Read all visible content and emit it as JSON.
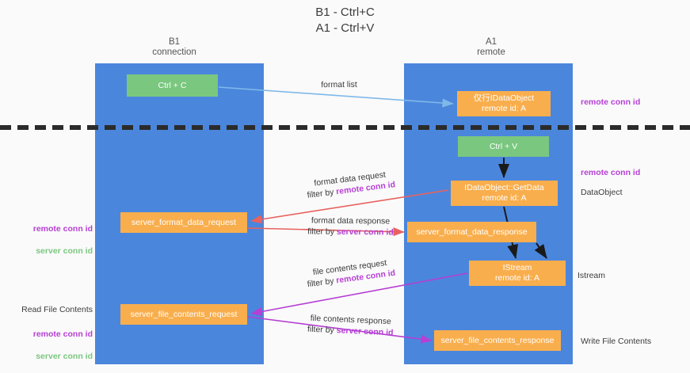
{
  "title": "B1 - Ctrl+C\nA1 - Ctrl+V",
  "columns": {
    "left": "B1\nconnection",
    "right": "A1\nremote"
  },
  "colors": {
    "lane": "#4b86dd",
    "node_green": "#7ac77f",
    "node_orange": "#f9ae4d",
    "key_remote": "#b63fd4",
    "key_server": "#7ac77f",
    "arrow_format_list": "#7fb9e8",
    "arrow_format_data": "#e8625e",
    "arrow_file_contents": "#b63fd4",
    "arrow_black": "#1a1a1a",
    "divider": "#2b2b2b",
    "background": "#fafafa"
  },
  "nodes": {
    "ctrl_c": "Ctrl + C",
    "idataobject": "仅行IDataObject\nremote id: A",
    "ctrl_v": "Ctrl + V",
    "getdata": "IDataObject::GetData\nremote id: A",
    "server_format_data_request": "server_format_data_request",
    "server_format_data_response": "server_format_data_response",
    "istream": "IStream\nremote id: A",
    "server_file_contents_request": "server_file_contents_request",
    "server_file_contents_response": "server_file_contents_response"
  },
  "edge_labels": {
    "format_list": "format list",
    "format_data_request": "format data request",
    "format_data_request_filter_prefix": "filter by ",
    "format_data_request_filter_key": "remote conn id",
    "format_data_response": "format data response",
    "format_data_response_filter_prefix": "filter by ",
    "format_data_response_filter_key": "server conn id",
    "file_contents_request": "file contents request",
    "file_contents_request_filter_prefix": "filter by ",
    "file_contents_request_filter_key": "remote conn id",
    "file_contents_response": "file contents response",
    "file_contents_response_filter_prefix": "filter by ",
    "file_contents_response_filter_key": "server conn id"
  },
  "annotations": {
    "right": {
      "remote_conn_id_top": "remote conn id",
      "remote_conn_id_mid": "remote conn id",
      "data_object": "DataObject",
      "istream": "Istream",
      "write_file_contents": "Write File Contents"
    },
    "left": {
      "remote_conn_id_1": "remote conn id",
      "server_conn_id_1": "server conn id",
      "read_file_contents": "Read File Contents",
      "remote_conn_id_2": "remote conn id",
      "server_conn_id_2": "server conn id"
    }
  }
}
